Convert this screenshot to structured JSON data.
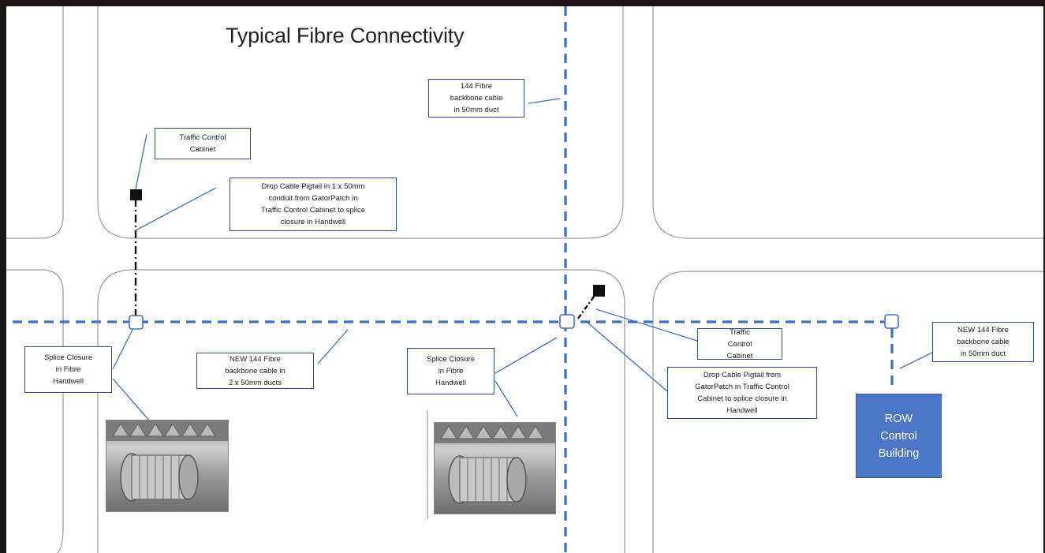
{
  "diagram": {
    "title": "Typical Fibre Connectivity",
    "callouts": {
      "backbone_top": "144 Fibre\nbackbone cable\nin 50mm duct",
      "tc_cabinet_left": "Traffic Control\nCabinet",
      "drop_cable_left": "Drop Cable Pigtail in 1 x 50mm\nconduit from GatorPatch in\nTraffic Control Cabinet to splice\nclosure in Handwell",
      "splice_left": "Splice Closure\nin Fibre\nHandwell",
      "new_backbone_center": "NEW 144 Fibre\nbackbone cable in\n2 x 50mm ducts",
      "splice_center": "Splice Closure\nin Fibre\nHandwell",
      "tc_cabinet_right": "Traffic\nControl\nCabinet",
      "drop_cable_right": "Drop Cable Pigtail from\nGatorPatch in Traffic Control\nCabinet to splice closure in\nHandwell",
      "new_backbone_right": "NEW 144 Fibre\nbackbone cable\nin 50mm duct"
    },
    "building_label": "ROW\nControl\nBuilding",
    "colors": {
      "duct": "#3f6fc4",
      "road_edge": "#9a9a9a",
      "callout_border": "#2f4f8a",
      "building": "#4a76c5"
    }
  }
}
